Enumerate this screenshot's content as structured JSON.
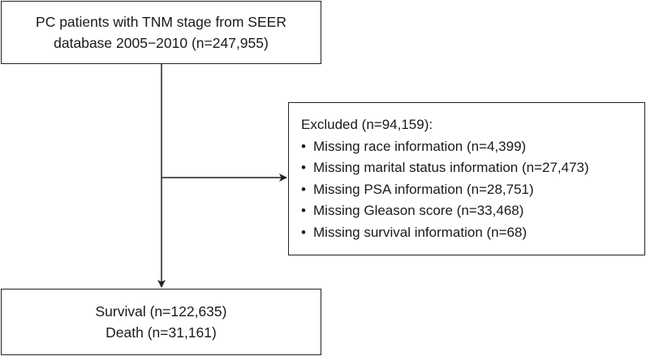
{
  "top_box": {
    "line1": "PC patients with TNM stage from SEER",
    "line2": "database 2005−2010 (n=247,955)"
  },
  "exclusion_box": {
    "title": "Excluded (n=94,159):",
    "bullet_glyph": "•",
    "items": [
      "Missing race information (n=4,399)",
      "Missing marital status information (n=27,473)",
      "Missing PSA information (n=28,751)",
      "Missing Gleason score (n=33,468)",
      "Missing survival information (n=68)"
    ]
  },
  "bottom_box": {
    "line1": "Survival (n=122,635)",
    "line2": "Death (n=31,161)"
  },
  "colors": {
    "stroke": "#222222",
    "text": "#1a1a1a",
    "background": "#ffffff"
  }
}
